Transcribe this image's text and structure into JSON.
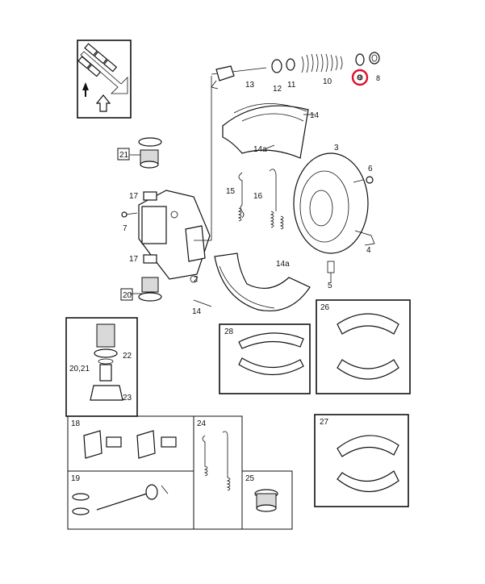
{
  "highlight_color": "#e0102a",
  "labels": {
    "p2": "2",
    "p3": "3",
    "p4": "4",
    "p5": "5",
    "p6": "6",
    "p7": "7",
    "p8": "8",
    "p9": "9",
    "p10": "10",
    "p11": "11",
    "p12": "12",
    "p13": "13",
    "p14_top": "14",
    "p14a_top": "14a",
    "p14a_bottom": "14a",
    "p14_bottom": "14",
    "p15": "15",
    "p16": "16",
    "p17_top": "17",
    "p17_bottom": "17",
    "p18": "18",
    "p19": "19",
    "p20": "20",
    "p20_21": "20,21",
    "p21": "21",
    "p22": "22",
    "p23": "23",
    "p24": "24",
    "p25": "25",
    "p26": "26",
    "p27": "27",
    "p28": "28"
  },
  "icons": {
    "direction": "direction-arrow-icon",
    "highlight": "highlight-circle-icon"
  }
}
